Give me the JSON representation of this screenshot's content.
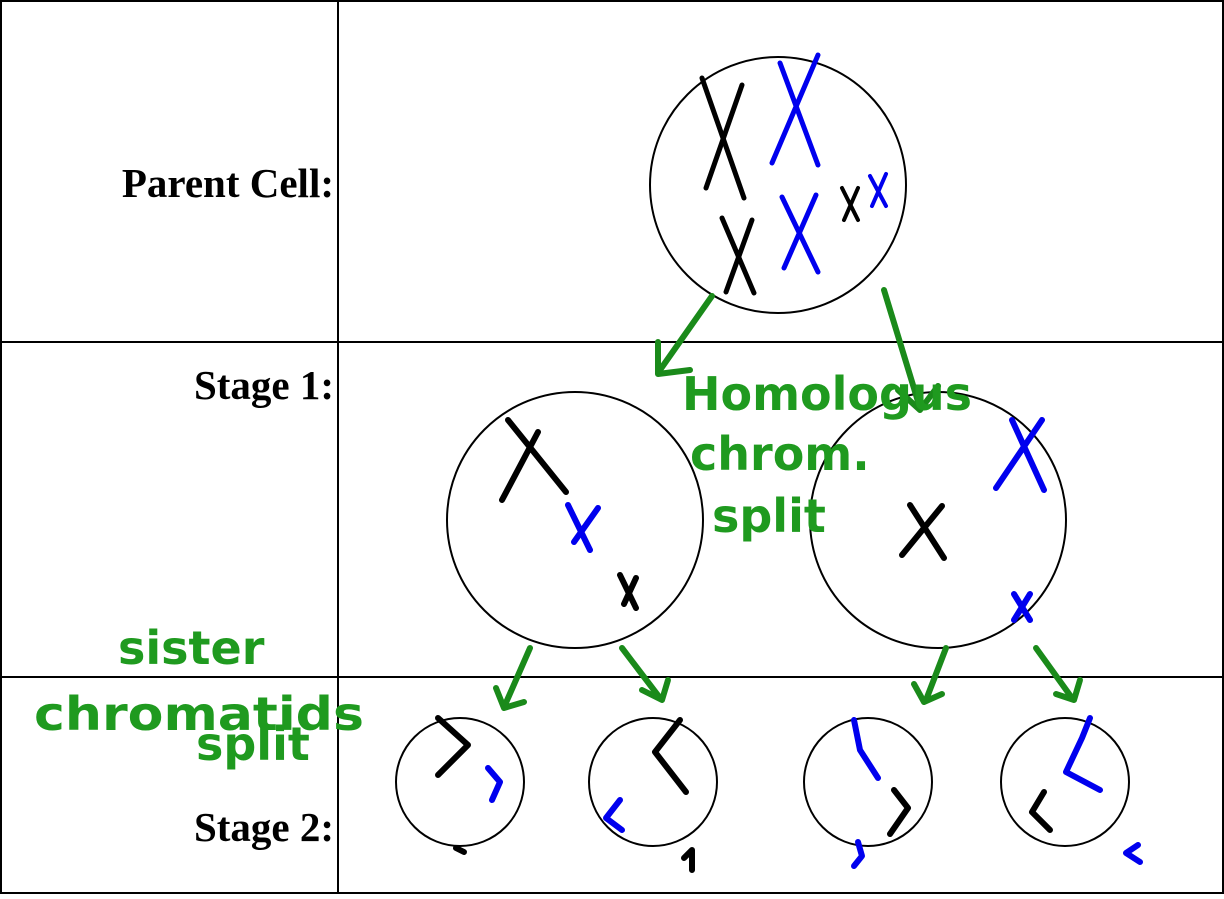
{
  "table": {
    "rows": [
      {
        "label": "Parent Cell:"
      },
      {
        "label": "Stage 1:"
      },
      {
        "label": "Stage 2:"
      }
    ]
  },
  "annotations": {
    "homologous": [
      "Homologus",
      "chrom.",
      "split"
    ],
    "sister": [
      "sister",
      "chromatids",
      "split"
    ]
  },
  "colors": {
    "maternal": "#0000ee",
    "paternal": "#000000",
    "arrow": "#1a8a1a",
    "annotation": "#1f9a1f",
    "grid": "#000000"
  },
  "diagram": {
    "parent_cell": {
      "chromosomes": [
        "large-black",
        "large-blue",
        "medium-black",
        "medium-blue",
        "small-black",
        "small-blue"
      ]
    },
    "stage1_cells": [
      {
        "chromosomes": [
          "large-black",
          "medium-blue",
          "small-black"
        ]
      },
      {
        "chromosomes": [
          "large-blue",
          "medium-black",
          "small-blue"
        ]
      }
    ],
    "stage2_cells": 4
  }
}
